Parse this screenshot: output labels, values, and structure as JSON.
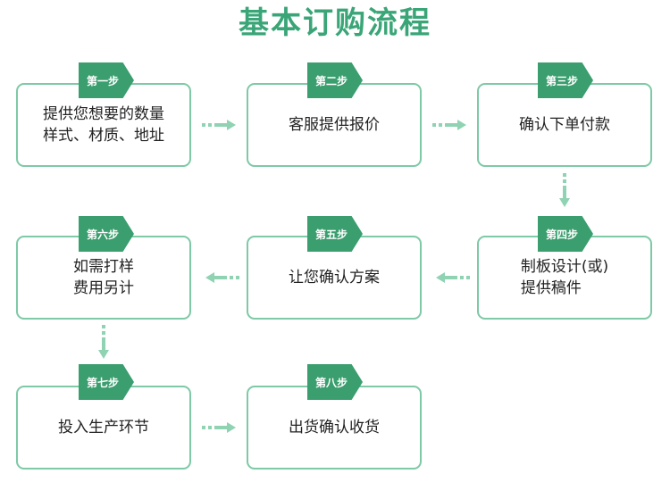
{
  "title": "基本订购流程",
  "colors": {
    "accent": "#3aa577",
    "tag": "#3a9e6e",
    "border": "#7ec9a6",
    "arrow": "#8fd3b3"
  },
  "steps": [
    {
      "tag": "第一步",
      "lines": [
        "提供您想要的数量",
        "样式、材质、地址"
      ]
    },
    {
      "tag": "第二步",
      "lines": [
        "客服提供报价"
      ]
    },
    {
      "tag": "第三步",
      "lines": [
        "确认下单付款"
      ]
    },
    {
      "tag": "第四步",
      "lines": [
        "制板设计(或)",
        "提供稿件"
      ]
    },
    {
      "tag": "第五步",
      "lines": [
        "让您确认方案"
      ]
    },
    {
      "tag": "第六步",
      "lines": [
        "如需打样",
        "费用另计"
      ]
    },
    {
      "tag": "第七步",
      "lines": [
        "投入生产环节"
      ]
    },
    {
      "tag": "第八步",
      "lines": [
        "出货确认收货"
      ]
    }
  ]
}
